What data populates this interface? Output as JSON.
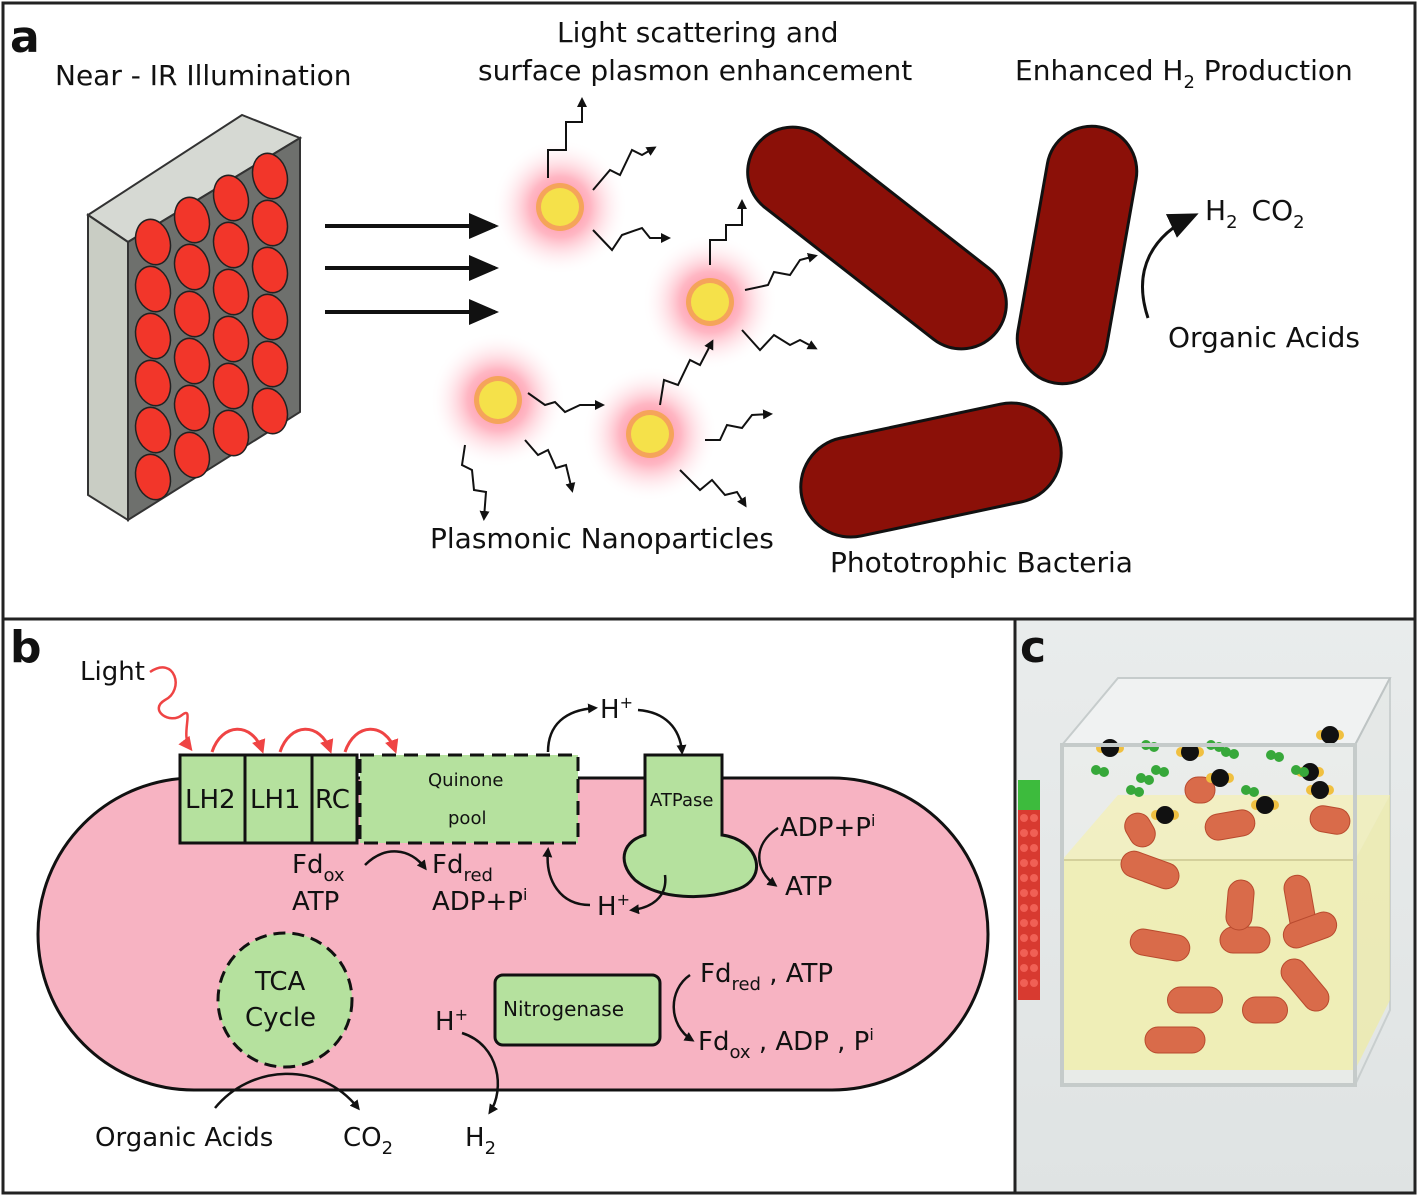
{
  "panel_a": {
    "letter": "a",
    "near_ir": "Near - IR Illumination",
    "scatter_line1": "Light scattering and",
    "scatter_line2": "surface plasmon enhancement",
    "enhanced_pre": "Enhanced H",
    "enhanced_sub": "2",
    "enhanced_post": " Production",
    "h2": "H",
    "h2_sub": "2",
    "co2": "CO",
    "co2_sub": "2",
    "organic_acids": "Organic Acids",
    "nanoparticles": "Plasmonic Nanoparticles",
    "bacteria": "Phototrophic Bacteria"
  },
  "panel_b": {
    "letter": "b",
    "light": "Light",
    "lh2": "LH2",
    "lh1": "LH1",
    "rc": "RC",
    "quinone1": "Quinone",
    "quinone2": "pool",
    "atpase": "ATPase",
    "hplus": "H",
    "plus": "+",
    "fd": "Fd",
    "ox": "ox",
    "red": "red",
    "atp": "ATP",
    "adp_p": "ADP+P",
    "i": "i",
    "tca1": "TCA",
    "tca2": "Cycle",
    "nitrogenase": "Nitrogenase",
    "fdred_atp_tail": " , ATP",
    "fdox_tail": " , ADP , P",
    "organic_acids": "Organic Acids",
    "co": "CO",
    "two": "2",
    "h": "H"
  },
  "panel_c": {
    "letter": "c"
  },
  "colors": {
    "cell_pink": "#f7b3c2",
    "membrane_green": "#b5e19e",
    "bacteria_red": "#8b1008",
    "led_red": "#f2362a",
    "light_arrow": "#ef4444",
    "np_yellow": "#f5e14a"
  }
}
